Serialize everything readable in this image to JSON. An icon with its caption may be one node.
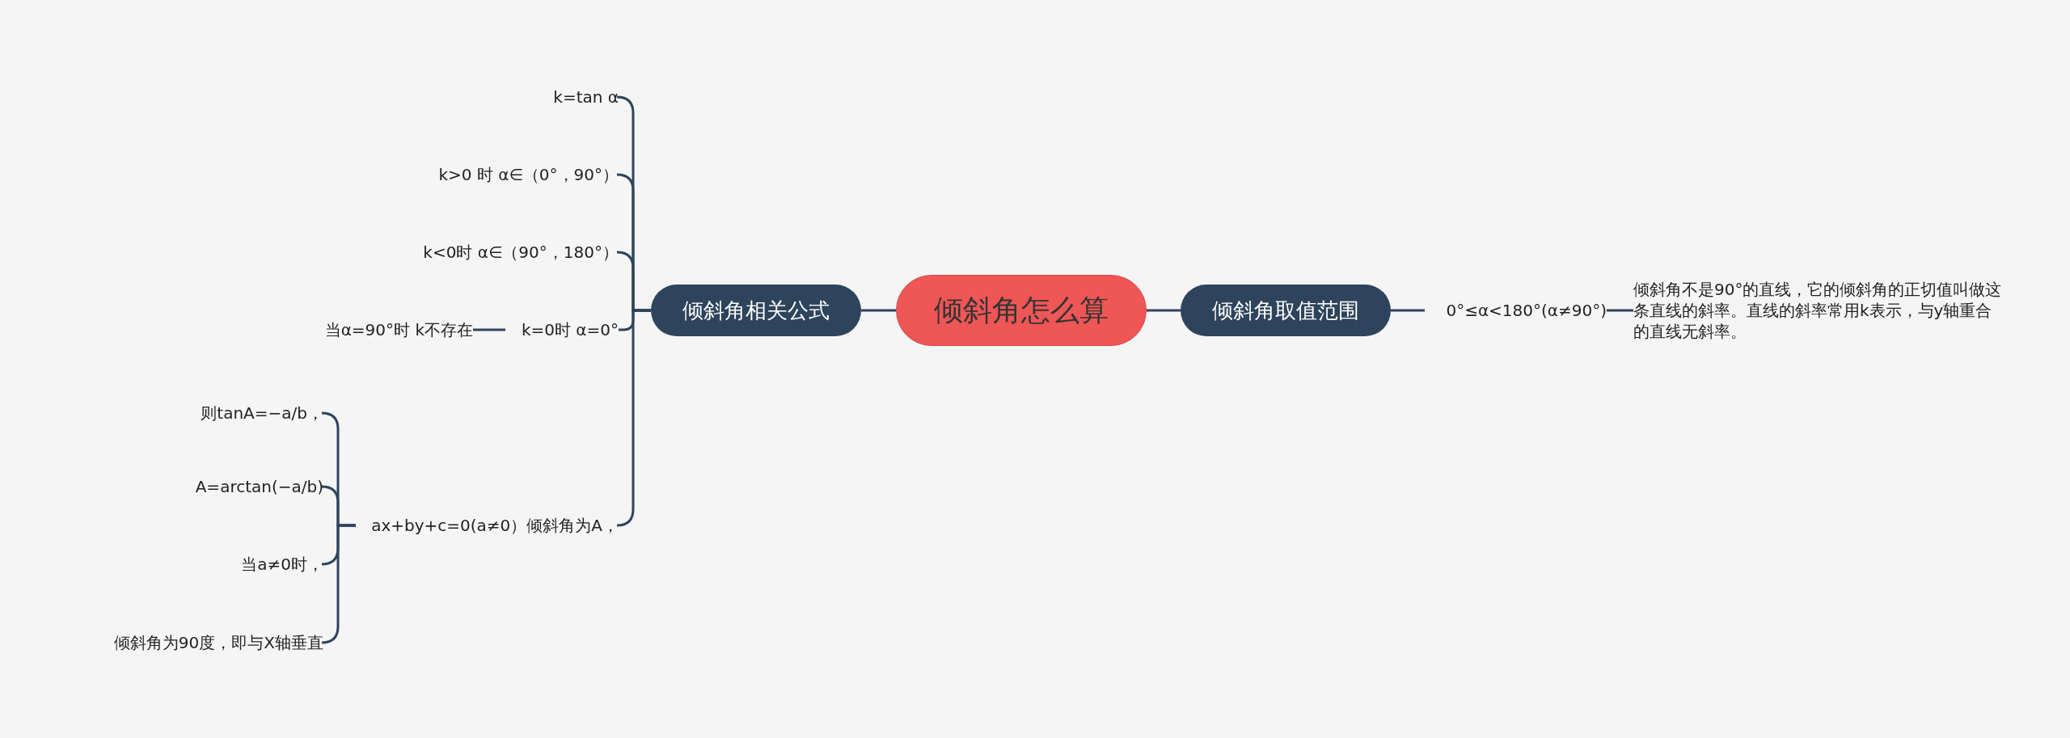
{
  "diagram": {
    "nodes": [
      {
        "text": [
          "倾斜角怎么算"
        ]
      },
      {
        "text": [
          "倾斜角相关公式"
        ]
      },
      {
        "text": [
          "倾斜角取值范围"
        ]
      },
      {
        "text": [
          "k=tan α"
        ]
      },
      {
        "text": [
          "k>0 时 α∈（0°，90°）"
        ]
      },
      {
        "text": [
          "k<0时 α∈（90°，180°）"
        ]
      },
      {
        "text": [
          "k=0时 α=0°"
        ]
      },
      {
        "text": [
          "当α=90°时 k不存在"
        ]
      },
      {
        "text": [
          "ax+by+c=0(a≠0）倾斜角为A，"
        ]
      },
      {
        "text": [
          "则tanA=−a/b，"
        ]
      },
      {
        "text": [
          "A=arctan(−a/b)"
        ]
      },
      {
        "text": [
          "当a≠0时，"
        ]
      },
      {
        "text": [
          "倾斜角为90度，即与X轴垂直"
        ]
      },
      {
        "text": [
          "0°≤α<180°(α≠90°)"
        ]
      },
      {
        "text": [
          "倾斜角不是90°的直线，它的倾斜角的正切值叫做这条直线的斜率。直线的斜率常用k表示，与y轴重合的直线无斜率。"
        ]
      }
    ],
    "edges": [
      {
        "from": 0,
        "to": 1,
        "arrow": "none"
      },
      {
        "from": 0,
        "to": 2,
        "arrow": "none"
      },
      {
        "from": 1,
        "to": 3,
        "arrow": "none"
      },
      {
        "from": 1,
        "to": 4,
        "arrow": "none"
      },
      {
        "from": 1,
        "to": 5,
        "arrow": "none"
      },
      {
        "from": 1,
        "to": 6,
        "arrow": "none"
      },
      {
        "from": 1,
        "to": 8,
        "arrow": "none"
      },
      {
        "from": 6,
        "to": 7,
        "arrow": "none"
      },
      {
        "from": 8,
        "to": 9,
        "arrow": "none"
      },
      {
        "from": 8,
        "to": 10,
        "arrow": "none"
      },
      {
        "from": 8,
        "to": 11,
        "arrow": "none"
      },
      {
        "from": 8,
        "to": 12,
        "arrow": "none"
      },
      {
        "from": 2,
        "to": 13,
        "arrow": "none"
      },
      {
        "from": 13,
        "to": 14,
        "arrow": "none"
      }
    ]
  }
}
